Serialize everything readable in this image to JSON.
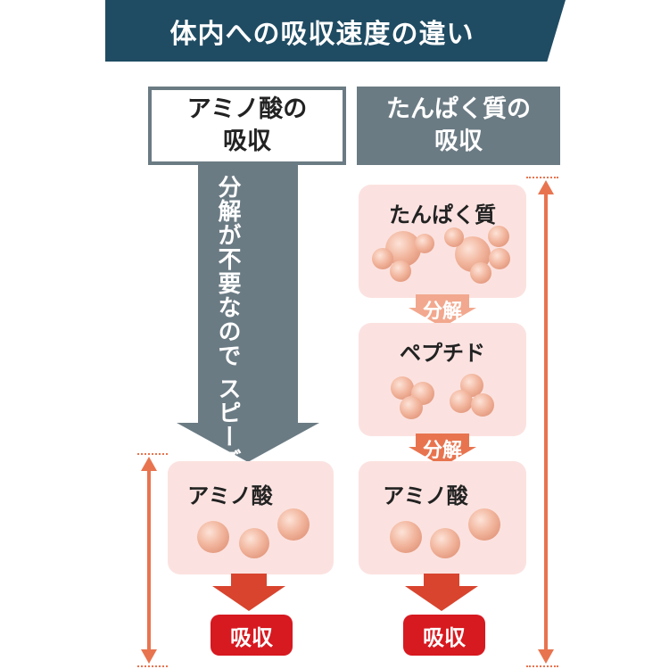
{
  "title": "体内への吸収速度の違い",
  "left_column": {
    "header": "アミノ酸の\n吸収",
    "arrow_text": "分解が不要なので\nスピーディーに吸収！",
    "box_label": "アミノ酸",
    "absorb_label": "吸収"
  },
  "right_column": {
    "header": "たんぱく質の\n吸収",
    "protein_label": "たんぱく質",
    "decompose_label_1": "分解",
    "peptide_label": "ペプチド",
    "decompose_label_2": "分解",
    "amino_label": "アミノ酸",
    "absorb_label": "吸収"
  },
  "colors": {
    "banner": "#1f4c63",
    "header_gray": "#6b7b84",
    "pink_box": "#fbe2e0",
    "decompose_arrow": "#f2a88e",
    "absorb_arrow": "#d8442e",
    "absorb_button": "#d71920",
    "range_line": "#e8744f"
  },
  "icons": [
    "molecule-ball",
    "down-arrow",
    "double-headed-arrow"
  ]
}
